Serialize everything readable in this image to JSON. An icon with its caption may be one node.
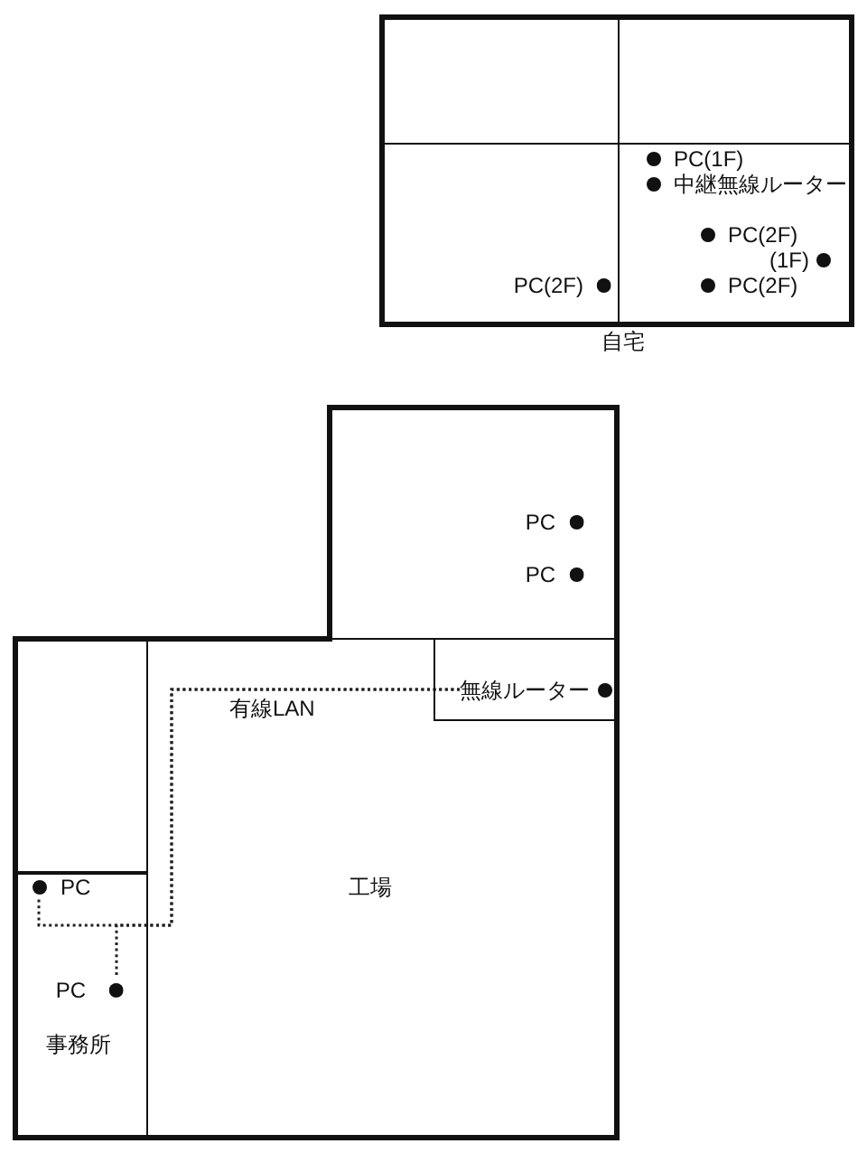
{
  "diagram": {
    "nodes": [
      {
        "text": [
          "自宅"
        ]
      },
      {
        "text": [],
        "shape": "box",
        "in": 0
      },
      {
        "text": [],
        "shape": "box",
        "in": 0
      },
      {
        "text": [
          "PC(2F)"
        ],
        "in": 0
      },
      {
        "text": [
          "PC(1F)",
          "中継無線ルーター",
          "PC(2F)",
          "(1F)",
          "PC(2F)"
        ],
        "in": 0
      },
      {
        "text": [
          "工場"
        ]
      },
      {
        "text": [
          "PC",
          "PC"
        ],
        "in": 5
      },
      {
        "text": [],
        "shape": "box",
        "in": 5
      },
      {
        "text": [
          "無線ルーター"
        ],
        "in": 7
      },
      {
        "text": [],
        "shape": "box",
        "in": 5
      },
      {
        "text": [
          "事務所"
        ],
        "in": 5
      },
      {
        "text": [
          "PC"
        ],
        "in": 10
      },
      {
        "text": [
          "PC"
        ],
        "in": 10
      }
    ],
    "edges": [
      {
        "from": 8,
        "to": 11,
        "arrow": "none",
        "style": "dashed",
        "label": "有線LAN"
      },
      {
        "from": 8,
        "to": 12,
        "arrow": "none",
        "style": "dashed"
      }
    ]
  }
}
